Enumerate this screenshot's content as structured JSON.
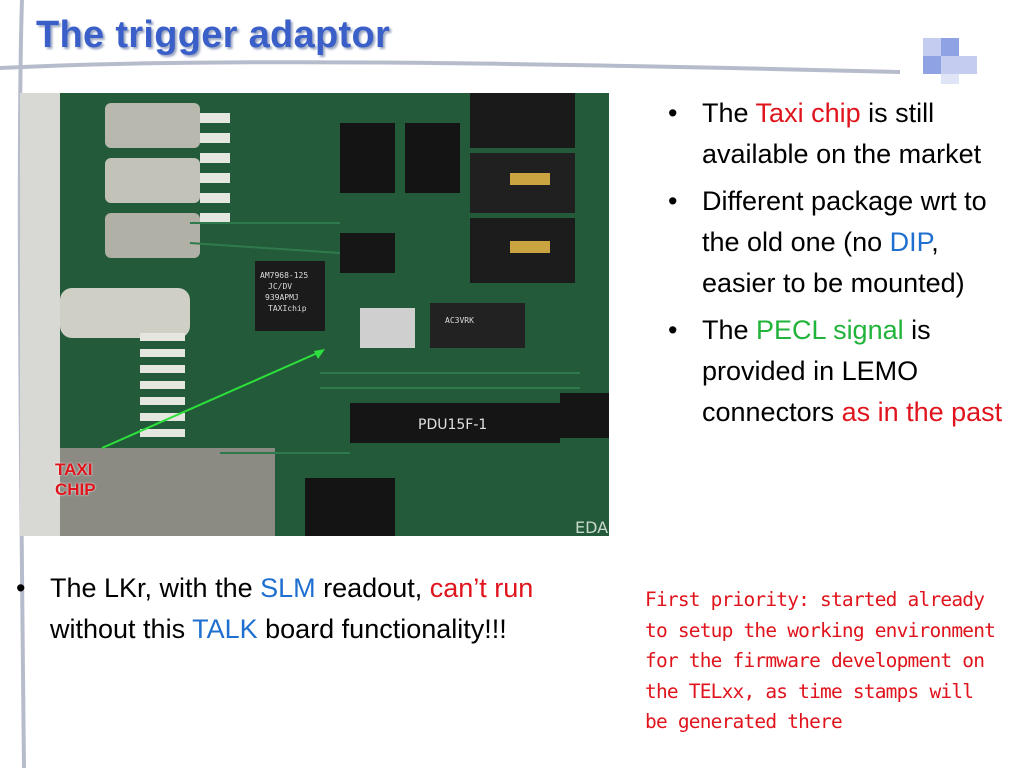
{
  "slide": {
    "title": "The trigger adaptor"
  },
  "photo": {
    "label_line1": "TAXI",
    "label_line2": "CHIP",
    "chip_lines": [
      "AM7968-125",
      "JC/DV",
      "939APMJ",
      "TAXIchip"
    ],
    "ic_label": "PDU15F-1",
    "ic2_label": "AC3VRK",
    "corner_text": "EDA"
  },
  "right_bullets": [
    {
      "segments": [
        {
          "text": "The ",
          "style": "plain"
        },
        {
          "text": "Taxi chip",
          "style": "red"
        },
        {
          "text": " is still available on the market",
          "style": "plain"
        }
      ]
    },
    {
      "segments": [
        {
          "text": "Different package wrt to the old one (no ",
          "style": "plain"
        },
        {
          "text": "DIP",
          "style": "blue"
        },
        {
          "text": ", easier to be mounted)",
          "style": "plain"
        }
      ]
    },
    {
      "segments": [
        {
          "text": "The ",
          "style": "plain"
        },
        {
          "text": "PECL signal",
          "style": "green"
        },
        {
          "text": " is provided in LEMO connectors ",
          "style": "plain"
        },
        {
          "text": "as in the past",
          "style": "red"
        }
      ]
    }
  ],
  "left_bullet": {
    "segments": [
      {
        "text": "The LKr, with the ",
        "style": "plain"
      },
      {
        "text": "SLM",
        "style": "blue"
      },
      {
        "text": " readout, ",
        "style": "plain"
      },
      {
        "text": "can’t run",
        "style": "red"
      },
      {
        "text": " without this ",
        "style": "plain"
      },
      {
        "text": "TALK",
        "style": "blue"
      },
      {
        "text": " board functionality!!!",
        "style": "plain"
      }
    ]
  },
  "note": {
    "text": "First priority: started already to setup the working environment for the firmware development on the TELxx, as time stamps will be generated there"
  },
  "colors": {
    "title": "#3a5fc8",
    "red": "#e0141c",
    "blue": "#1f6fd0",
    "green": "#22b33a"
  }
}
